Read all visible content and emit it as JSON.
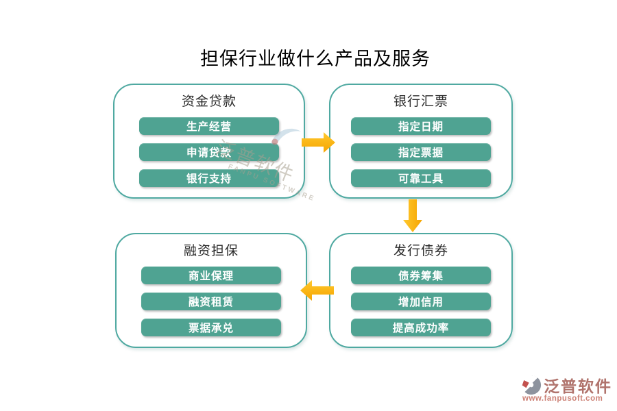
{
  "title": "担保行业做什么产品及服务",
  "boxes": [
    {
      "header": "资金贷款",
      "items": [
        "生产经营",
        "申请贷款",
        "银行支持"
      ]
    },
    {
      "header": "银行汇票",
      "items": [
        "指定日期",
        "指定票据",
        "可靠工具"
      ]
    },
    {
      "header": "融资担保",
      "items": [
        "商业保理",
        "融资租赁",
        "票据承兑"
      ]
    },
    {
      "header": "发行债券",
      "items": [
        "债券筹集",
        "增加信用",
        "提高成功率"
      ]
    }
  ],
  "arrows": [
    {
      "name": "loans-to-drafts",
      "direction": "right"
    },
    {
      "name": "drafts-to-bonds",
      "direction": "down"
    },
    {
      "name": "bonds-to-guarantee",
      "direction": "left"
    }
  ],
  "watermark": {
    "text": "泛普软件",
    "subtext": "FANPU SOFTWARE"
  },
  "footer_logo": {
    "brand": "泛普软件",
    "url": "www.fanpusoft.com"
  },
  "colors": {
    "box_border": "#4FA9A1",
    "item_button": "#4FA392",
    "arrow_light": "#FFC92E",
    "arrow_dark": "#F5A400",
    "title_text": "#000000",
    "header_text": "#2B2B2B",
    "item_text": "#FFFFFF",
    "logo_text": "#B0736C",
    "logo_url_text": "#CC8176"
  }
}
